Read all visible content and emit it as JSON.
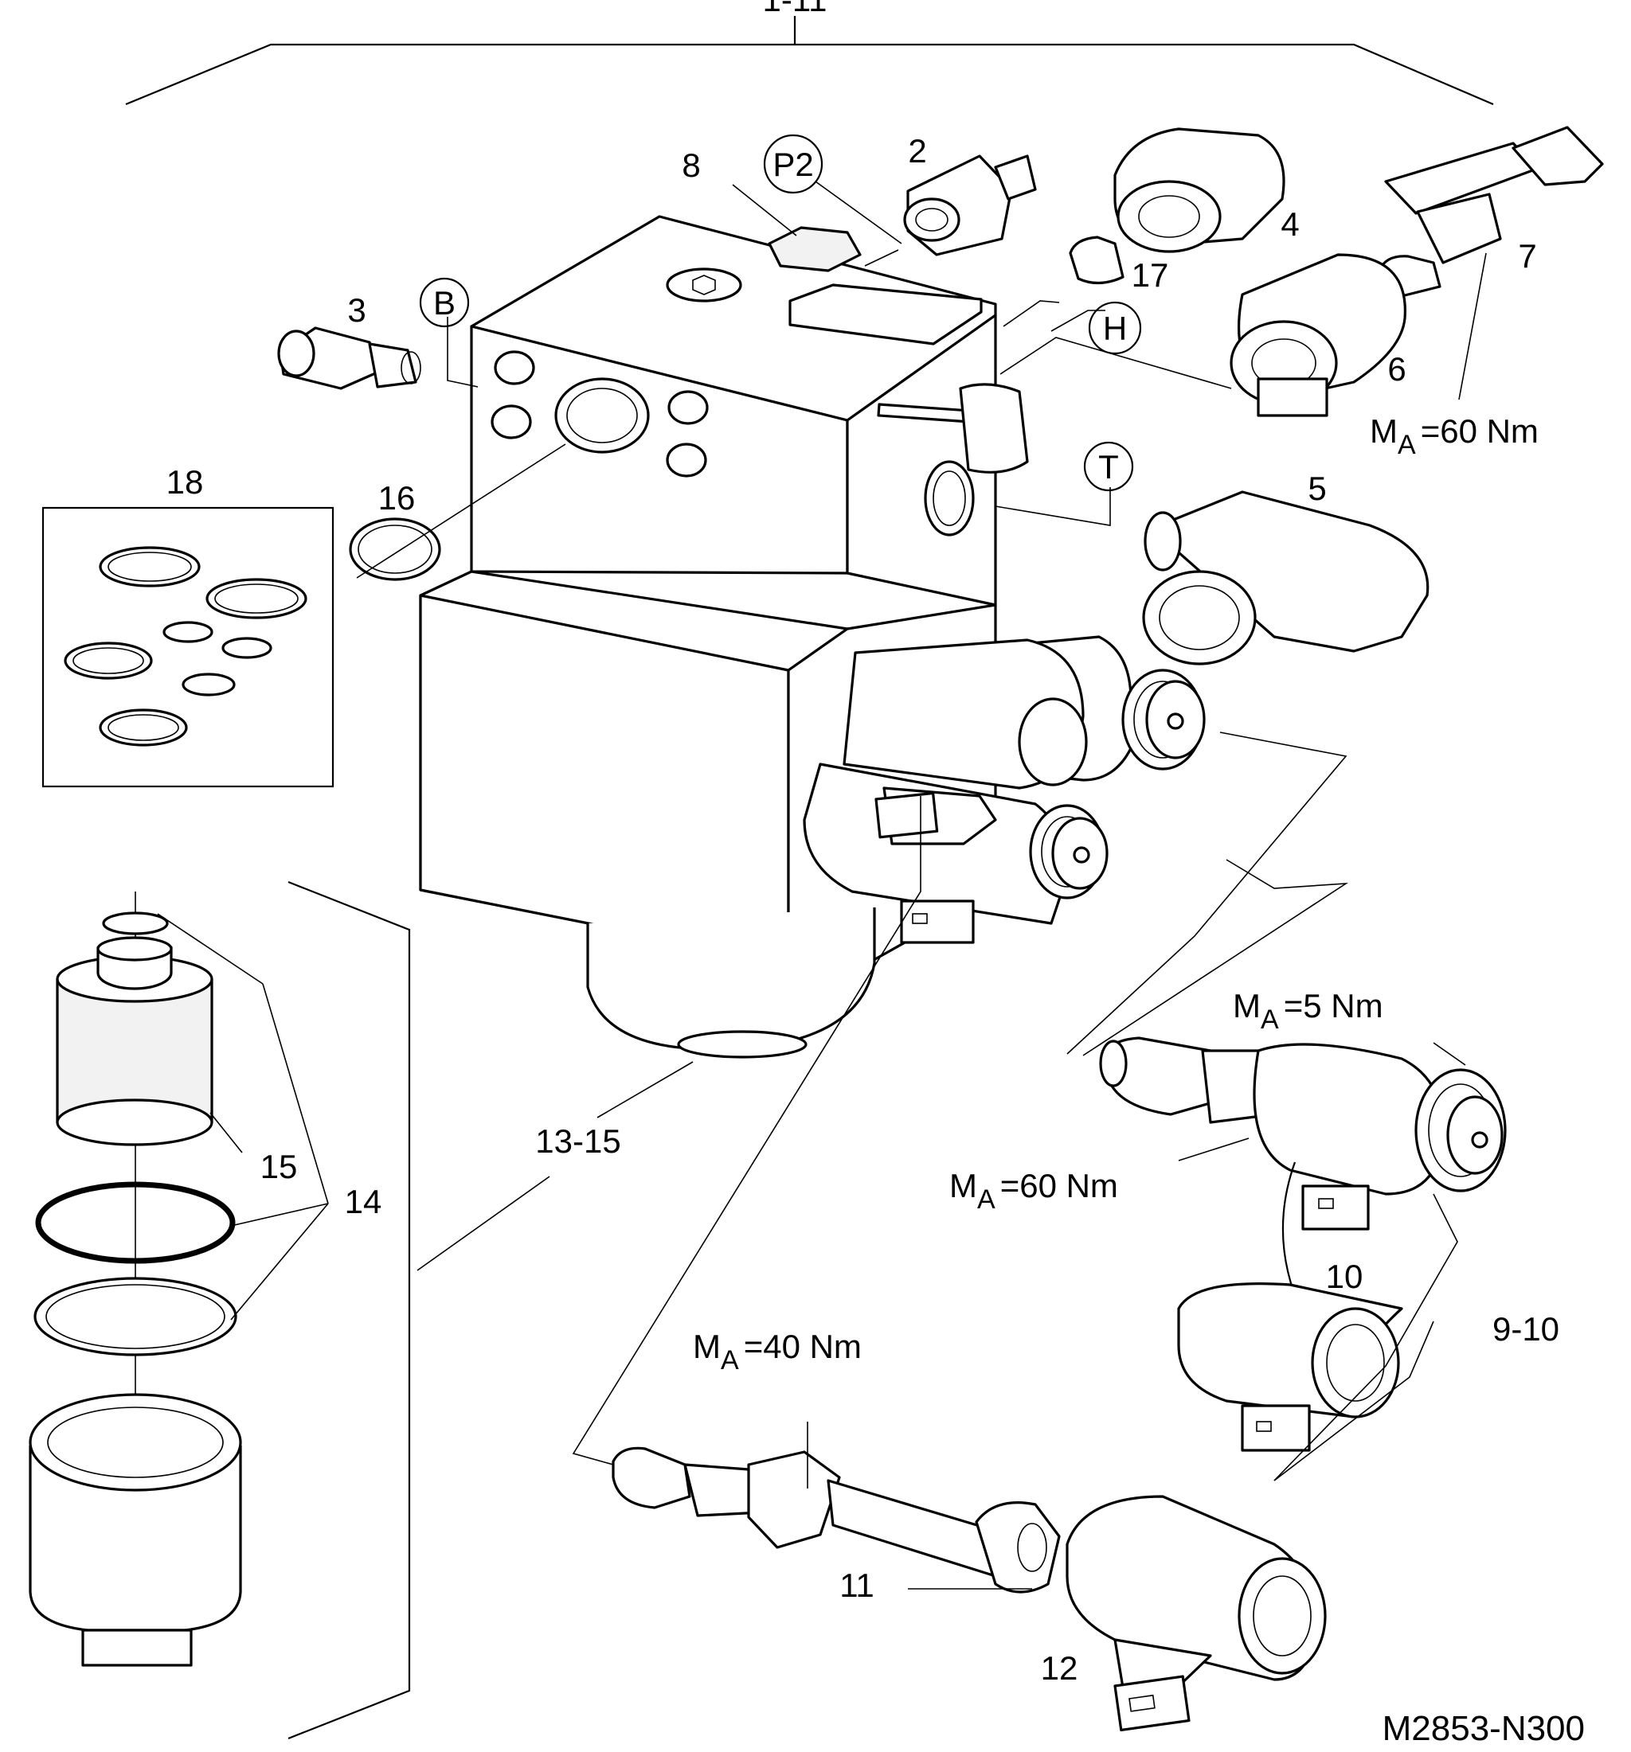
{
  "callouts": {
    "c1_11": "1-11",
    "c2": "2",
    "c3": "3",
    "c4": "4",
    "c5": "5",
    "c6": "6",
    "c7": "7",
    "c8": "8",
    "c9_10": "9-10",
    "c10": "10",
    "c11": "11",
    "c12": "12",
    "c13_15": "13-15",
    "c14": "14",
    "c15": "15",
    "c16": "16",
    "c17": "17",
    "c18": "18"
  },
  "ports": {
    "p2": "P2",
    "b": "B",
    "h": "H",
    "t": "T"
  },
  "torques": {
    "symbol": "M",
    "subscript": "A",
    "t7": "=60 Nm",
    "t_coil": "=5 Nm",
    "t_valve": "=60 Nm",
    "t11": "=40 Nm"
  },
  "drawing_code": "M2853-N300"
}
